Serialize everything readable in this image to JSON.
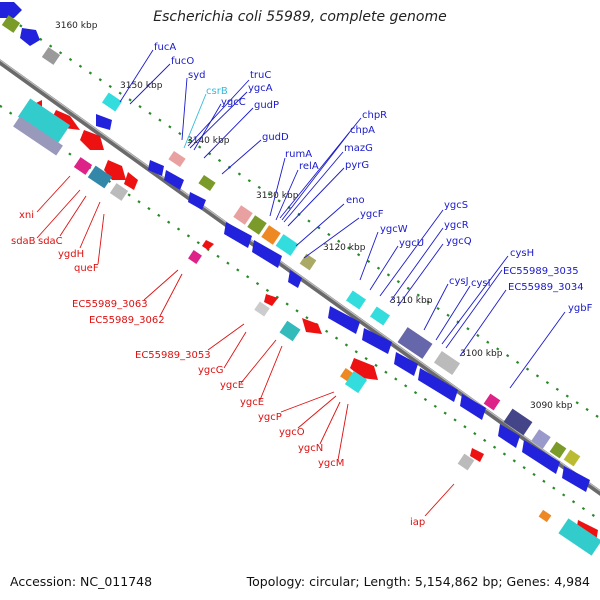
{
  "title": "Escherichia coli 55989, complete genome",
  "footer": {
    "accession": "Accession: NC_011748",
    "summary": "Topology: circular; Length: 5,154,862 bp; Genes: 4,984"
  },
  "ticks": [
    "3160 kbp",
    "3150 kbp",
    "3140 kbp",
    "3130 kbp",
    "3120 kbp",
    "3110 kbp",
    "3100 kbp",
    "3090 kbp"
  ],
  "upper_labels": [
    "fucA",
    "fucO",
    "syd",
    "csrB",
    "truC",
    "ygcA",
    "ygcC",
    "gudP",
    "gudD",
    "rumA",
    "relA",
    "chpR",
    "chpA",
    "mazG",
    "pyrG",
    "eno",
    "ygcF",
    "ygcW",
    "ygcU",
    "ygcS",
    "ygcR",
    "ygcQ",
    "cysJ",
    "cysI",
    "cysH",
    "EC55989_3035",
    "EC55989_3034",
    "ygbF"
  ],
  "lower_labels": [
    "xni",
    "sdaB",
    "sdaC",
    "ygdH",
    "queF",
    "EC55989_3063",
    "EC55989_3062",
    "EC55989_3053",
    "ygcG",
    "ygcE",
    "ygcE",
    "ygcP",
    "ygcO",
    "ygcN",
    "ygcM",
    "iap"
  ],
  "colors": {
    "forward_gene": "#2222dd",
    "reverse_gene": "#ee1111",
    "upper_label": "#1a1acc",
    "lower_label": "#dd1111",
    "ncrna_label": "#33bbdd",
    "backbone": "#888888",
    "tick": "#2a8a2a"
  }
}
